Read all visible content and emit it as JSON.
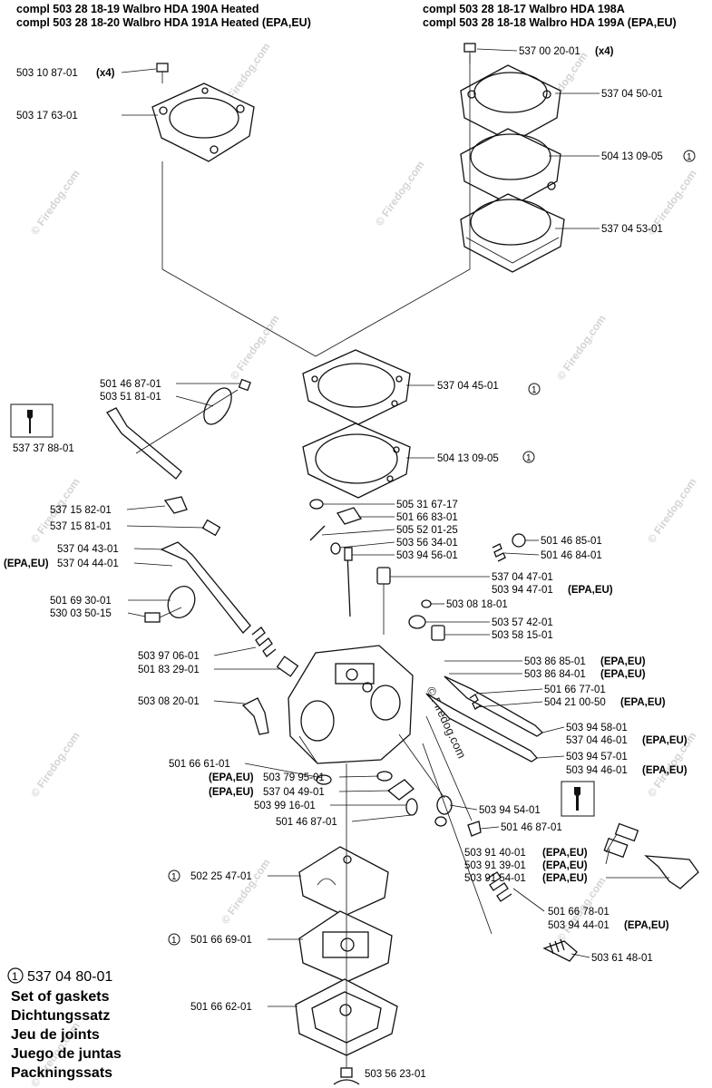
{
  "header": {
    "left_line1": "compl 503 28 18-19  Walbro HDA 190A Heated",
    "left_line2": "compl 503 28 18-20  Walbro HDA 191A Heated (EPA,EU)",
    "right_line1": "compl 503 28 18-17  Walbro HDA 198A",
    "right_line2": "compl 503 28 18-18  Walbro HDA 199A (EPA,EU)"
  },
  "labels": {
    "p50310087": "503 10 87-01",
    "x4a": "(x4)",
    "p50317763": "503 17 63-01",
    "p53700201": "537 00 20-01",
    "x4b": "(x4)",
    "p53704501": "537 04 50-01",
    "p50413090a": "504 13 09-05",
    "p53704531": "537 04 53-01",
    "p50146871a": "501 46 87-01",
    "p50351810": "503 51 81-01",
    "p53737880": "537 37 88-01",
    "p53704451": "537 04 45-01",
    "p50413090b": "504 13 09-05",
    "p50531671": "505 31 67-17",
    "p50166830": "501 66 83-01",
    "p50552012": "505 52 01-25",
    "p53715820": "537 15 82-01",
    "p53715810": "537 15 81-01",
    "p50356340": "503 56 34-01",
    "p50394560": "503 94 56-01",
    "p50146850": "501 46 85-01",
    "p50146840": "501 46 84-01",
    "p53704430": "537 04 43-01",
    "epa_eu_a": "(EPA,EU)",
    "p53704440": "537 04 44-01",
    "p53704470": "537 04 47-01",
    "p50394470": "503 94 47-01",
    "epa_eu_b": "(EPA,EU)",
    "p50169300": "501 69 30-01",
    "p53003501": "530 03 50-15",
    "p50308180": "503 08 18-01",
    "p50357420": "503 57 42-01",
    "p50358150": "503 58 15-01",
    "p50397060": "503 97 06-01",
    "p50183290": "501 83 29-01",
    "p50386850": "503 86 85-01",
    "epa_eu_c": "(EPA,EU)",
    "p50386840": "503 86 84-01",
    "epa_eu_d": "(EPA,EU)",
    "p50308200": "503 08 20-01",
    "p50166770": "501 66 77-01",
    "p50421005": "504 21 00-50",
    "epa_eu_e": "(EPA,EU)",
    "p50394580": "503 94 58-01",
    "p53704460": "537 04 46-01",
    "epa_eu_f": "(EPA,EU)",
    "p50394570": "503 94 57-01",
    "p50394460": "503 94 46-01",
    "epa_eu_g": "(EPA,EU)",
    "p50166610": "501 66 61-01",
    "epa_eu_h": "(EPA,EU)",
    "p50379950": "503 79 95-01",
    "epa_eu_i": "(EPA,EU)",
    "p53704490": "537 04 49-01",
    "p50399160": "503 99 16-01",
    "p50394540": "503 94 54-01",
    "p50146871b": "501 46 87-01",
    "p50146871c": "501 46 87-01",
    "p50225470": "502 25 47-01",
    "p50391400": "503 91 40-01",
    "epa_eu_j": "(EPA,EU)",
    "p50391390": "503 91 39-01",
    "epa_eu_k": "(EPA,EU)",
    "p50391540": "503 91 54-01",
    "epa_eu_l": "(EPA,EU)",
    "p50166690": "501 66 69-01",
    "p50166780": "501 66 78-01",
    "p50394440": "503 94 44-01",
    "epa_eu_m": "(EPA,EU)",
    "p50361480": "503 61 48-01",
    "p50166620": "501 66 62-01",
    "p50356230": "503 56 23-01"
  },
  "kit": {
    "marker": "1",
    "number": "537 04 80-01",
    "line1": "Set of gaskets",
    "line2": "Dichtungssatz",
    "line3": "Jeu de joints",
    "line4": "Juego de juntas",
    "line5": "Packningssats"
  },
  "markers": {
    "circle1": "1"
  },
  "watermark": {
    "text": "© Firedog.com"
  }
}
